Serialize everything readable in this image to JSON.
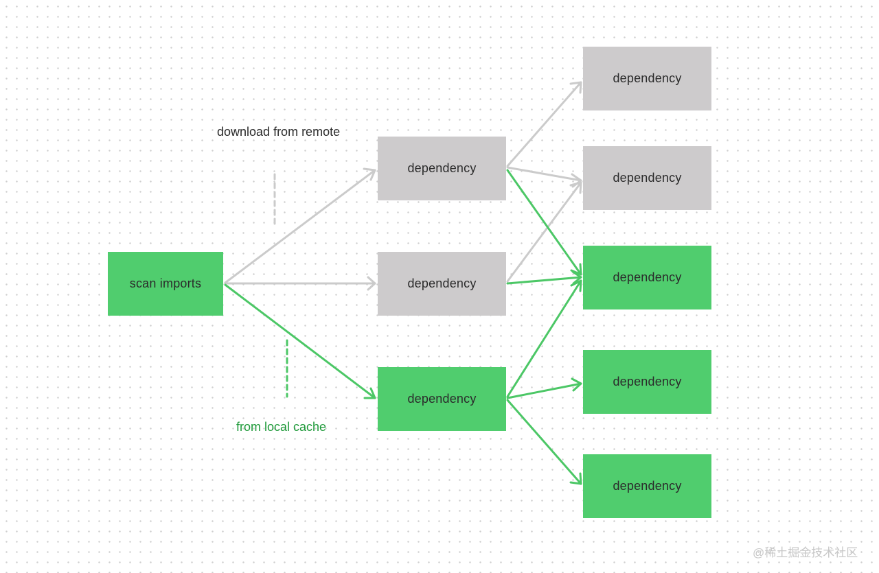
{
  "annotations": {
    "remote": "download from remote",
    "local": "from local cache"
  },
  "nodes": {
    "scan": "scan imports",
    "level1_a": "dependency",
    "level1_b": "dependency",
    "level1_c": "dependency",
    "level2_a": "dependency",
    "level2_b": "dependency",
    "level2_c": "dependency",
    "level2_d": "dependency",
    "level2_e": "dependency"
  },
  "watermark": "@稀土掘金技术社区",
  "colors": {
    "remote_gray": "#cdcbcc",
    "cached_green": "#50cd6e",
    "gray_edge": "#cbcbcb",
    "green_edge": "#4cc766",
    "local_text": "#1f9a3a"
  }
}
